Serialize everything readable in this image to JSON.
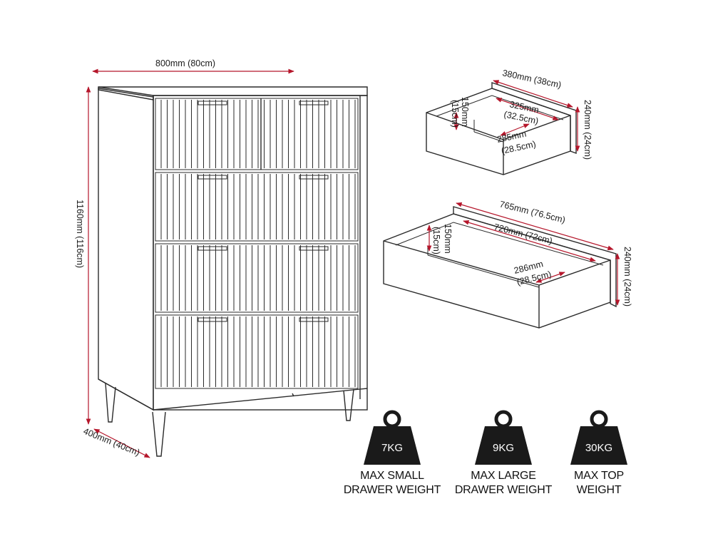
{
  "chest": {
    "width_label": "800mm (80cm)",
    "height_label": "1160mm (116cm)",
    "depth_label": "400mm (40cm)"
  },
  "small_drawer": {
    "outer_width_label": "380mm (38cm)",
    "inner_width_label": "325mm",
    "inner_width_cm_label": "(32.5cm)",
    "depth_label": "285mm",
    "depth_cm_label": "(28.5cm)",
    "height_label": "150mm",
    "height_cm_label": "(15cm)",
    "front_height_label": "240mm (24cm)"
  },
  "large_drawer": {
    "outer_width_label": "765mm (76.5cm)",
    "inner_width_label": "720mm (72cm)",
    "depth_label": "286mm",
    "depth_cm_label": "(28.5cm)",
    "height_label": "150mm",
    "height_cm_label": "(15cm)",
    "front_height_label": "240mm (24cm)"
  },
  "weights": [
    {
      "value": "7KG",
      "caption_line1": "MAX SMALL",
      "caption_line2": "DRAWER WEIGHT",
      "icon": "weight-icon"
    },
    {
      "value": "9KG",
      "caption_line1": "MAX LARGE",
      "caption_line2": "DRAWER WEIGHT",
      "icon": "weight-icon"
    },
    {
      "value": "30KG",
      "caption_line1": "MAX TOP",
      "caption_line2": "WEIGHT",
      "icon": "weight-icon"
    }
  ],
  "colors": {
    "dimension_arrow": "#b5162b",
    "line_art": "#2a2a2a",
    "weight_icon": "#1a1a1a"
  }
}
